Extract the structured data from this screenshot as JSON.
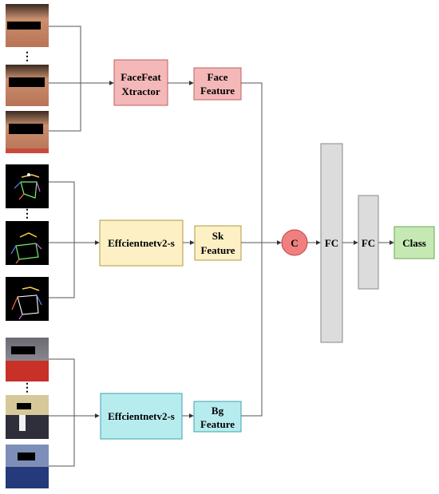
{
  "colors": {
    "face": "#f4b8b8",
    "face_stroke": "#c06060",
    "skeleton": "#fcf0c4",
    "skeleton_stroke": "#b09a40",
    "background": "#b7ecef",
    "background_stroke": "#3ba4ac",
    "concat": "#f08080",
    "concat_stroke": "#c04040",
    "fc": "#dcdcdc",
    "fc_stroke": "#888888",
    "class": "#c6e9b4",
    "class_stroke": "#6aa84f"
  },
  "extractors": {
    "face": [
      "FaceFeat",
      "Xtractor"
    ],
    "skeleton": [
      "Effcientnetv2-s"
    ],
    "background": [
      "Effcientnetv2-s"
    ]
  },
  "features": {
    "face": [
      "Face",
      "Feature"
    ],
    "skeleton": [
      "Sk",
      "Feature"
    ],
    "background": [
      "Bg",
      "Feature"
    ]
  },
  "fusion": {
    "concat_label": "C"
  },
  "fc_layers": [
    "FC",
    "FC"
  ],
  "output": {
    "label": "Class"
  },
  "ellipsis": "⋮",
  "thumbnails": {
    "face": [
      "face-crop-icon",
      "face-crop-icon",
      "face-crop-icon"
    ],
    "skeleton": [
      "skeleton-pose-icon",
      "skeleton-pose-icon",
      "skeleton-pose-icon"
    ],
    "background": [
      "person-scene-icon",
      "person-scene-icon",
      "person-scene-icon"
    ]
  }
}
